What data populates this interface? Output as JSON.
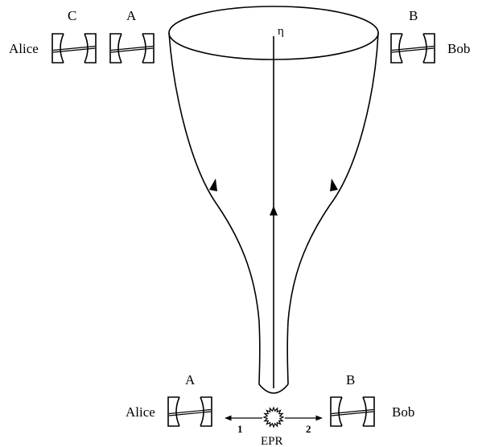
{
  "labels": {
    "eta": "η",
    "top_left_box_c": "C",
    "top_left_box_a": "A",
    "top_right_box_b": "B",
    "top_alice": "Alice",
    "top_bob": "Bob",
    "bottom_box_a": "A",
    "bottom_box_b": "B",
    "bottom_alice": "Alice",
    "bottom_bob": "Bob",
    "particle_1": "1",
    "particle_2": "2",
    "source": "EPR"
  },
  "colors": {
    "ink": "#000000",
    "background": "#ffffff"
  },
  "icons": {
    "detector": "detector-box-icon",
    "source": "epr-source-burst-icon"
  }
}
